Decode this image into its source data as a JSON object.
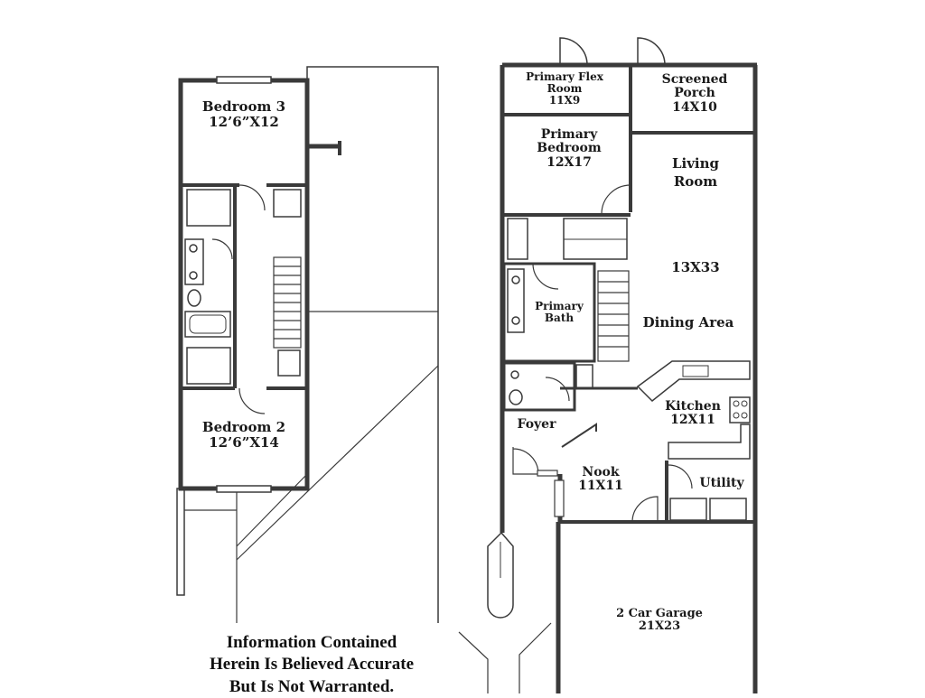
{
  "upper_floor": {
    "rooms": [
      {
        "id": "bedroom-3",
        "name": "Bedroom 3",
        "size": "12’6”X12"
      },
      {
        "id": "bedroom-2",
        "name": "Bedroom 2",
        "size": "12’6”X14"
      }
    ]
  },
  "main_floor": {
    "rooms": [
      {
        "id": "primary-flex-room",
        "name": "Primary Flex\nRoom",
        "size": "11X9"
      },
      {
        "id": "screened-porch",
        "name": "Screened\nPorch",
        "size": "14X10"
      },
      {
        "id": "primary-bedroom",
        "name": "Primary\nBedroom",
        "size": "12X17"
      },
      {
        "id": "living-room",
        "name": "Living\nRoom",
        "size": ""
      },
      {
        "id": "living-size",
        "name": "",
        "size": "13X33"
      },
      {
        "id": "dining-area",
        "name": "Dining Area",
        "size": ""
      },
      {
        "id": "primary-bath",
        "name": "Primary\nBath",
        "size": ""
      },
      {
        "id": "kitchen",
        "name": "Kitchen",
        "size": "12X11"
      },
      {
        "id": "foyer",
        "name": "Foyer",
        "size": ""
      },
      {
        "id": "nook",
        "name": "Nook",
        "size": "11X11"
      },
      {
        "id": "utility",
        "name": "Utility",
        "size": ""
      },
      {
        "id": "garage",
        "name": "2 Car Garage",
        "size": "21X23"
      }
    ]
  },
  "disclaimer": {
    "line1": "Information Contained",
    "line2": "Herein Is Believed Accurate",
    "line3": "But Is Not Warranted."
  },
  "colors": {
    "wall": "#3a3a3a",
    "thin_line": "#555555",
    "background": "#ffffff"
  }
}
